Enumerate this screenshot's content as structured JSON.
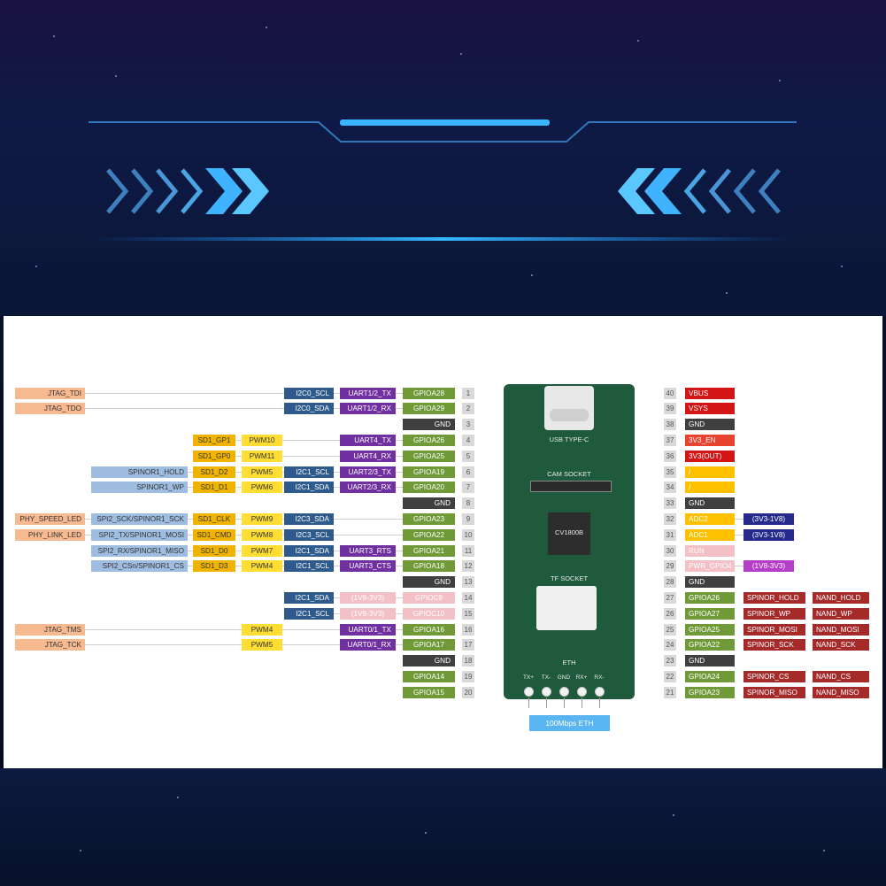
{
  "board": {
    "usb_label": "USB TYPE-C",
    "cam_label": "CAM SOCKET",
    "chip_label": "CV1800B",
    "tf_label": "TF SOCKET",
    "eth_label": "ETH",
    "eth_pins": [
      "TX+",
      "TX-",
      "GND",
      "RX+",
      "RX-"
    ],
    "eth_speed": "100Mbps ETH"
  },
  "colors": {
    "gpio": "#6f9a37",
    "gnd": "#3f3f3f",
    "uart": "#7030a0",
    "i2c": "#2e5a8c",
    "pwm": "#ffdd33",
    "sd": "#f0b400",
    "spi": "#9fbde0",
    "jtag": "#f7b990",
    "power": "#d41515",
    "adc": "#ffc000",
    "voltage": "#262a8c",
    "spinor": "#a52a2a",
    "disabled": "#f3c0c6"
  },
  "rows": [
    {
      "pin": "1",
      "gpio": "GPIOA28",
      "left": [
        "JTAG_TDI",
        "I2C0_SCL",
        "UART1/2_TX"
      ],
      "rpin": "40",
      "right": [
        "VBUS"
      ]
    },
    {
      "pin": "2",
      "gpio": "GPIOA29",
      "left": [
        "JTAG_TDO",
        "I2C0_SDA",
        "UART1/2_RX"
      ],
      "rpin": "39",
      "right": [
        "VSYS"
      ]
    },
    {
      "pin": "3",
      "gpio": "GND",
      "left": [],
      "rpin": "38",
      "right": [
        "GND"
      ]
    },
    {
      "pin": "4",
      "gpio": "GPIOA26",
      "left": [
        "SD1_GP1",
        "PWM10",
        "UART4_TX"
      ],
      "rpin": "37",
      "right": [
        "3V3_EN"
      ]
    },
    {
      "pin": "5",
      "gpio": "GPIOA25",
      "left": [
        "SD1_GP0",
        "PWM11",
        "UART4_RX"
      ],
      "rpin": "36",
      "right": [
        "3V3(OUT)"
      ]
    },
    {
      "pin": "6",
      "gpio": "GPIOA19",
      "left": [
        "SPINOR1_HOLD",
        "SD1_D2",
        "PWM5",
        "I2C1_SCL",
        "UART2/3_TX"
      ],
      "rpin": "35",
      "right": [
        "/"
      ]
    },
    {
      "pin": "7",
      "gpio": "GPIOA20",
      "left": [
        "SPINOR1_WP",
        "SD1_D1",
        "PWM6",
        "I2C1_SDA",
        "UART2/3_RX"
      ],
      "rpin": "34",
      "right": [
        "/"
      ]
    },
    {
      "pin": "8",
      "gpio": "GND",
      "left": [],
      "rpin": "33",
      "right": [
        "GND"
      ]
    },
    {
      "pin": "9",
      "gpio": "GPIOA23",
      "left": [
        "PHY_SPEED_LED",
        "SPI2_SCK/SPINOR1_SCK",
        "SD1_CLK",
        "PWM9",
        "I2C3_SDA"
      ],
      "rpin": "32",
      "right": [
        "ADC2",
        "(3V3-1V8)"
      ]
    },
    {
      "pin": "10",
      "gpio": "GPIOA22",
      "left": [
        "PHY_LINK_LED",
        "SPI2_TX/SPINOR1_MOSI",
        "SD1_CMD",
        "PWM8",
        "I2C3_SCL"
      ],
      "rpin": "31",
      "right": [
        "ADC1",
        "(3V3-1V8)"
      ]
    },
    {
      "pin": "11",
      "gpio": "GPIOA21",
      "left": [
        "SPI2_RX/SPINOR1_MISO",
        "SD1_D0",
        "PWM7",
        "I2C1_SDA",
        "UART3_RTS"
      ],
      "rpin": "30",
      "right": [
        "RUN"
      ]
    },
    {
      "pin": "12",
      "gpio": "GPIOA18",
      "left": [
        "SPI2_CSn/SPINOR1_CS",
        "SD1_D3",
        "PWM4",
        "I2C1_SCL",
        "UART3_CTS"
      ],
      "rpin": "29",
      "right": [
        "PWR_GPIO4",
        "(1V8-3V3)"
      ]
    },
    {
      "pin": "13",
      "gpio": "GND",
      "left": [],
      "rpin": "28",
      "right": [
        "GND"
      ]
    },
    {
      "pin": "14",
      "gpio": "GPIOC9",
      "left": [
        "I2C1_SDA",
        "(1V8-3V3)"
      ],
      "rpin": "27",
      "right": [
        "GPIOA26",
        "SPINOR_HOLD",
        "NAND_HOLD"
      ]
    },
    {
      "pin": "15",
      "gpio": "GPIOC10",
      "left": [
        "I2C1_SCL",
        "(1V8-3V3)"
      ],
      "rpin": "26",
      "right": [
        "GPIOA27",
        "SPINOR_WP",
        "NAND_WP"
      ]
    },
    {
      "pin": "16",
      "gpio": "GPIOA16",
      "left": [
        "JTAG_TMS",
        "PWM4",
        "UART0/1_TX"
      ],
      "rpin": "25",
      "right": [
        "GPIOA25",
        "SPINOR_MOSI",
        "NAND_MOSI"
      ]
    },
    {
      "pin": "17",
      "gpio": "GPIOA17",
      "left": [
        "JTAG_TCK",
        "PWM5",
        "UART0/1_RX"
      ],
      "rpin": "24",
      "right": [
        "GPIOA22",
        "SPINOR_SCK",
        "NAND_SCK"
      ]
    },
    {
      "pin": "18",
      "gpio": "GND",
      "left": [],
      "rpin": "23",
      "right": [
        "GND"
      ]
    },
    {
      "pin": "19",
      "gpio": "GPIOA14",
      "left": [],
      "rpin": "22",
      "right": [
        "GPIOA24",
        "SPINOR_CS",
        "NAND_CS"
      ]
    },
    {
      "pin": "20",
      "gpio": "GPIOA15",
      "left": [],
      "rpin": "21",
      "right": [
        "GPIOA23",
        "SPINOR_MISO",
        "NAND_MISO"
      ]
    }
  ]
}
